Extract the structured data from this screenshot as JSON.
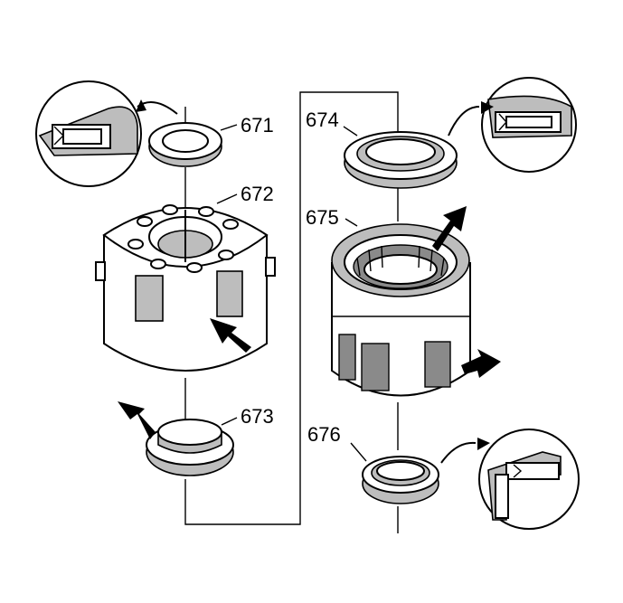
{
  "labels": {
    "p671": "671",
    "p672": "672",
    "p673": "673",
    "p674": "674",
    "p675": "675",
    "p676": "676"
  },
  "colors": {
    "ink": "#000000",
    "shade": "#bdbdbd",
    "dark": "#8a8a8a",
    "paper": "#ffffff"
  },
  "icons": [
    "arrow-icon",
    "curved-arrow-icon",
    "detail-magnifier"
  ]
}
